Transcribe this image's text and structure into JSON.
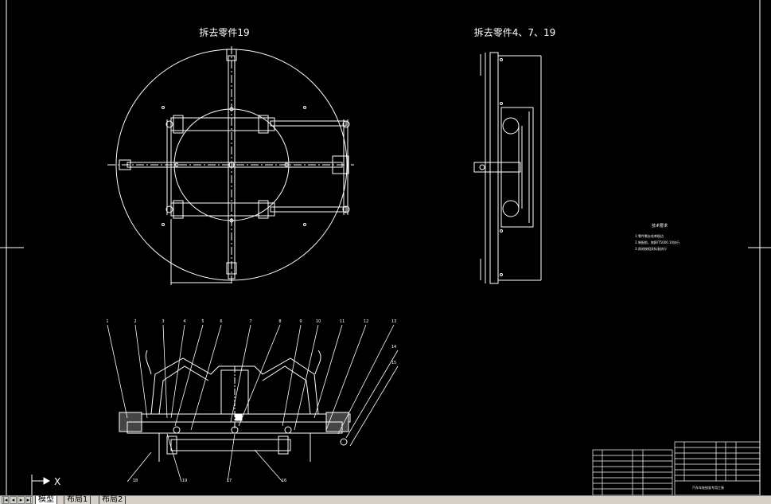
{
  "drawing": {
    "view1_title": "拆去零件19",
    "view2_title": "拆去零件4、7、19",
    "tech_req_title": "技术要求",
    "tech_req_lines": [
      "1.零件需去毛刺锐边",
      "2.装配前，按JB/T5000.10执行",
      "3.其他按相关标准执行"
    ],
    "balloons_top": [
      "1",
      "2",
      "3",
      "4",
      "5",
      "6",
      "7",
      "8",
      "9",
      "10",
      "11",
      "12",
      "13"
    ],
    "balloons_right": [
      "14",
      "15"
    ],
    "balloons_bottom": [
      "18",
      "19",
      "17",
      "16"
    ],
    "title_block_name": "汽车车轮校准专用工装"
  },
  "ucs_icon": {
    "x_label": "X"
  },
  "tabs": {
    "model": "模型",
    "layout1": "布局1",
    "layout2": "布局2"
  },
  "colors": {
    "background": "#000000",
    "line": "#ffffff",
    "tab_bar": "#d4d0c8"
  }
}
